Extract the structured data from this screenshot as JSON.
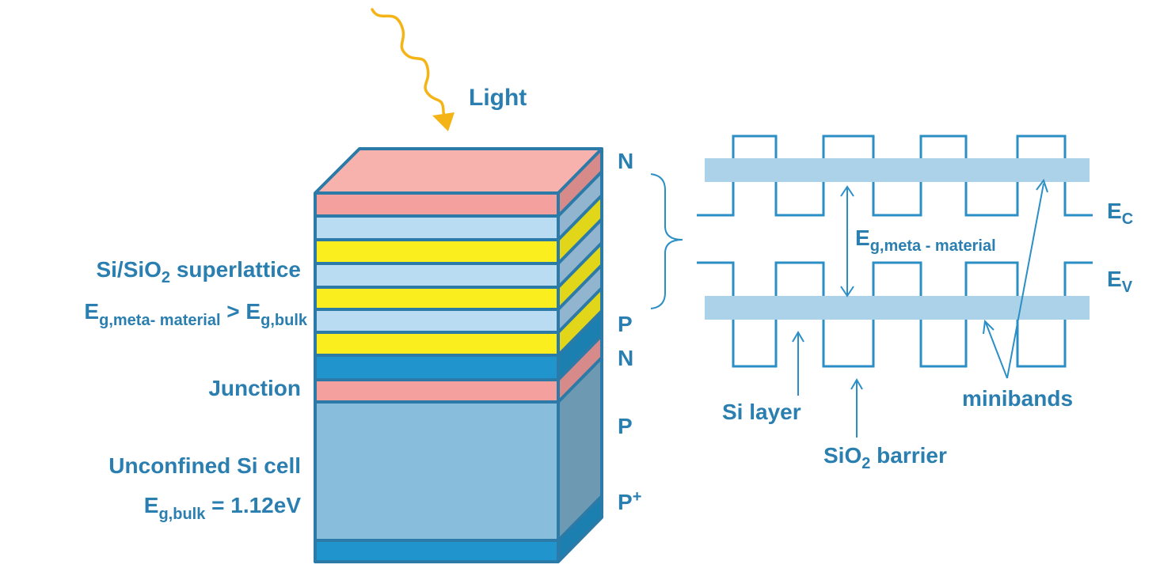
{
  "light": {
    "label": "Light",
    "color": "#f5b416"
  },
  "stack_labels": {
    "superlattice": {
      "prefix": "Si/SiO",
      "sub": "2",
      "suffix": " superlattice"
    },
    "eg_compare": {
      "e1": "E",
      "s1": "g,meta- material",
      "gt": " > ",
      "e2": "E",
      "s2": "g,bulk"
    },
    "junction": "Junction",
    "unconfined": "Unconfined Si cell",
    "eg_bulk": {
      "e": "E",
      "sub": "g,bulk",
      "value": " = 1.12eV"
    }
  },
  "doping_labels": {
    "n_top": "N",
    "p_top": "P",
    "n_junction": "N",
    "p_bulk": "P",
    "p_plus": {
      "base": "P",
      "sup": "+"
    }
  },
  "band_diagram": {
    "ec": {
      "e": "E",
      "sub": "C"
    },
    "ev": {
      "e": "E",
      "sub": "V"
    },
    "eg_meta": {
      "e": "E",
      "sub": "g,meta - material"
    },
    "si_layer": "Si layer",
    "sio2_barrier": {
      "prefix": "SiO",
      "sub": "2",
      "suffix": " barrier"
    },
    "minibands": "minibands"
  },
  "colors": {
    "pink_layer": "#f4a09e",
    "pink_top": "#f7b2ae",
    "light_blue_layer": "#b9dcf2",
    "yellow_layer": "#fbee1e",
    "dark_blue_layer": "#2094cc",
    "bulk_front": "#88bddc",
    "bulk_side": "#6d9ab2",
    "label_blue": "#2a7fb0",
    "miniband": "#acd2ea"
  }
}
